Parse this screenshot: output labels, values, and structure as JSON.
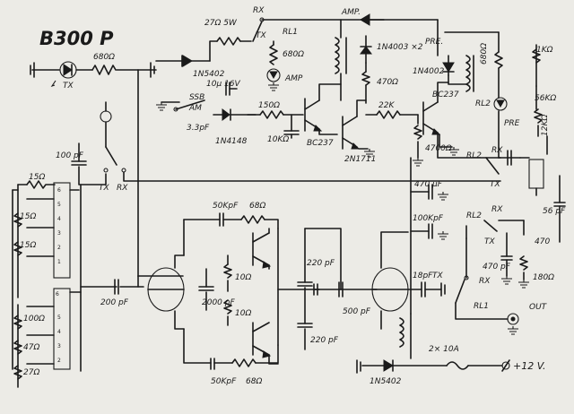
{
  "title": "B300 P",
  "labels": {
    "led_tx": "TX",
    "r_led_tx": "680Ω",
    "r_27_5w": "27Ω 5W",
    "tx_tag": "TX",
    "diode_1n5402_top": "1N5402",
    "rx_top": "RX",
    "rl1_top": "RL1",
    "r_680_amp": "680Ω",
    "amp_led": "AMP",
    "amp_label": "AMP.",
    "diodes_1n4003": "1N4003 ×2",
    "r_470": "470Ω",
    "diode_1n4002": "1N4002",
    "pre_label": "PRE.",
    "r_680_pre": "680Ω",
    "r_1k": "1KΩ",
    "r_56k": "56KΩ",
    "r_12k": "12KΩ",
    "pre_led": "PRE",
    "rl2_mid": "RL2",
    "cap_10u": "10μ 16V",
    "ssb": "SSB",
    "am": "AM",
    "r_150": "150Ω",
    "r_10k": "10KΩ",
    "cap_3p3": "3.3pF",
    "diode_1n4148": "1N4148",
    "bc237_a": "BC237",
    "t_2n1711": "2N1711",
    "r_22k": "22K",
    "bc237_b": "BC237",
    "r_4700": "4700Ω",
    "cap_100p_top": "100 pF",
    "tx_sw": "TX",
    "rx_sw": "RX",
    "rl2_switch_a": "RL2",
    "rx_a": "RX",
    "tx_a": "TX",
    "cap_56p": "56 pF",
    "cap_470u": "470 μF",
    "cap_100kp": "100KpF",
    "rl2_switch_b": "RL2",
    "rx_b": "RX",
    "tx_b": "TX",
    "cap_470p": "470 pF",
    "r_470b": "470",
    "r_180": "180Ω",
    "r_15a": "15Ω",
    "r_15b": "15Ω",
    "r_15c": "15Ω",
    "r_100": "100Ω",
    "r_47": "47Ω",
    "r_27": "27Ω",
    "cap_50k_top": "50KpF",
    "r_68_top": "68Ω",
    "r_10a": "10Ω",
    "r_10b": "10Ω",
    "cap_2000": "2000 pF",
    "cap_200": "200 pF",
    "cap_220a": "220 pF",
    "cap_220b": "220 pF",
    "cap_500": "500 pF",
    "cap_18p": "18pF",
    "tx_out": "TX",
    "rx_bottom": "RX",
    "rl1_bottom": "RL1",
    "out_label": "OUT",
    "cap_50k_bot": "50KpF",
    "r_68_bot": "68Ω",
    "diode_1n5402_bot": "1N5402",
    "fuse": "2× 10A",
    "supply": "+12 V."
  }
}
